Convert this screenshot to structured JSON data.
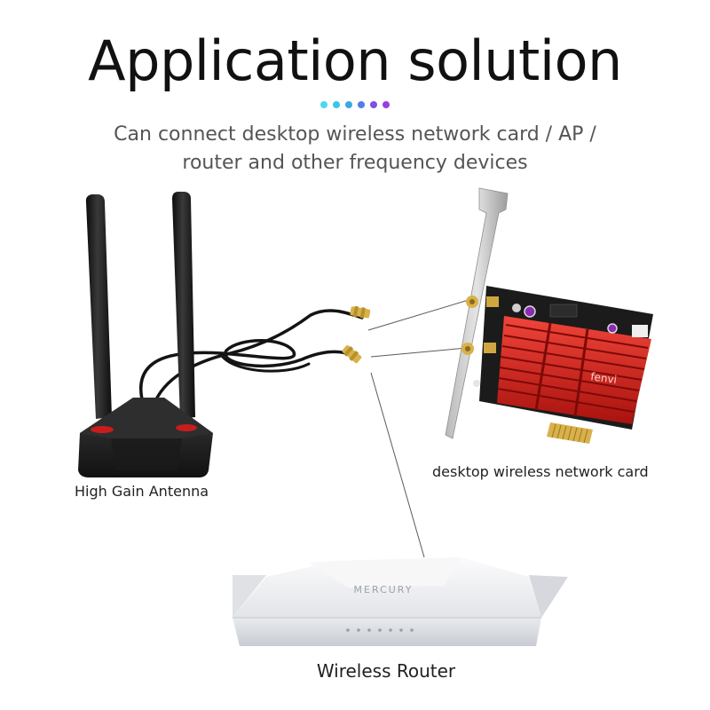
{
  "title": "Application solution",
  "subtitle_line1": "Can connect desktop wireless network card / AP /",
  "subtitle_line2": "router and other frequency devices",
  "dots_colors": [
    "#4fd6f0",
    "#39c6ea",
    "#3aa8e8",
    "#4f7fe8",
    "#7a52e6",
    "#9a3fe0"
  ],
  "labels": {
    "antenna": "High Gain Antenna",
    "card": "desktop wireless network card",
    "router": "Wireless Router"
  },
  "router_brand": "MERCURY",
  "card_brand": "fenvi",
  "colors": {
    "heatsink": "#d8261f",
    "pcb": "#1a1a1a",
    "antenna": "#161616",
    "router": "#f1f2f4",
    "gold": "#d9b14a"
  }
}
